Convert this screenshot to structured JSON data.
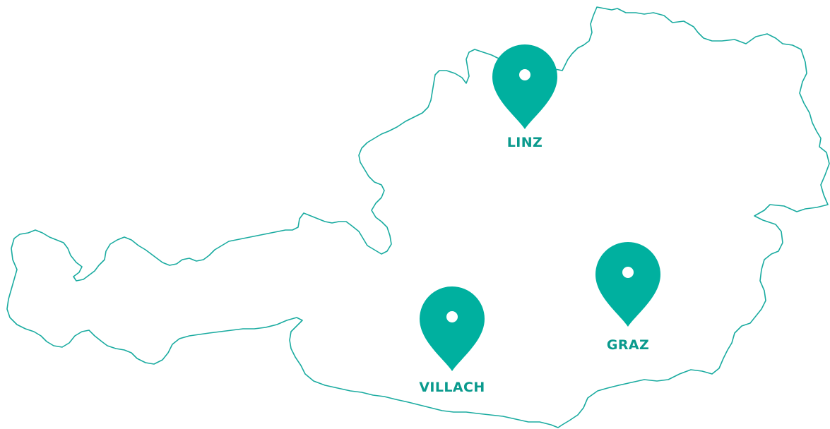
{
  "map": {
    "outline_color": "#1aaba0",
    "pin_color": "#00b09f",
    "pin_dot_color": "#ffffff",
    "label_color": "#0a9a8d"
  },
  "cities": [
    {
      "id": "linz",
      "label": "LINZ"
    },
    {
      "id": "graz",
      "label": "GRAZ"
    },
    {
      "id": "villach",
      "label": "VILLACH"
    }
  ]
}
